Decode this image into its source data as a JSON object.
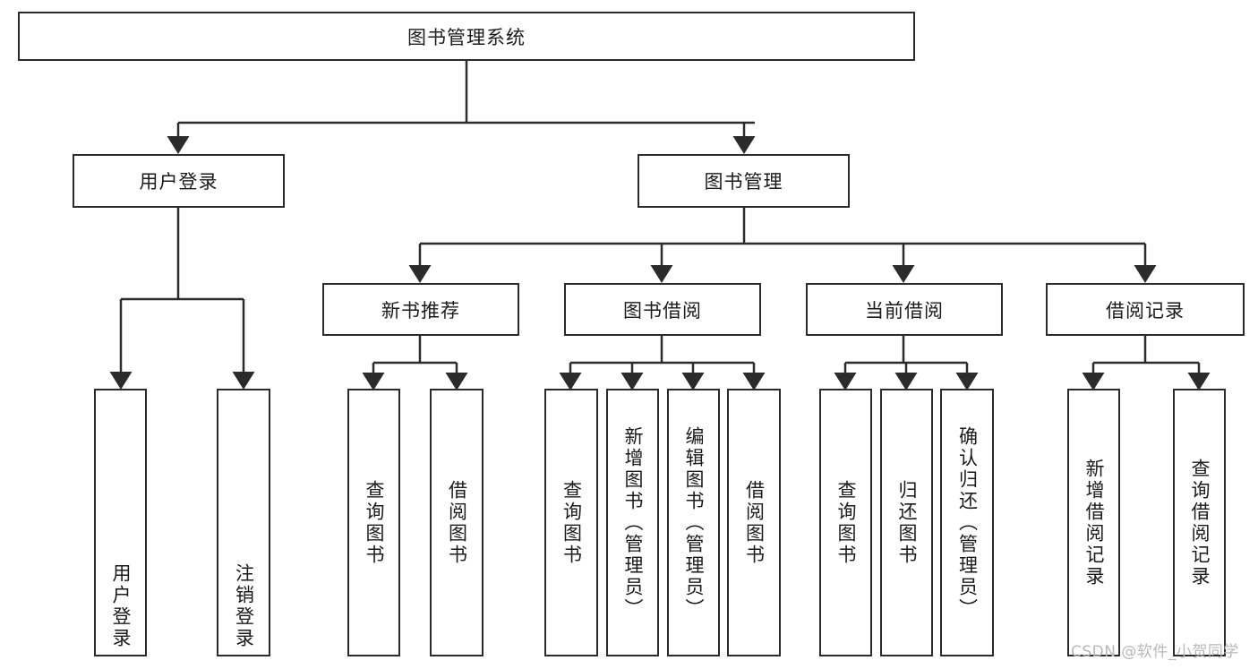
{
  "diagram": {
    "title": "图书管理系统",
    "type": "tree-hierarchy",
    "watermark": "CSDN @软件_小贺同学",
    "colors": {
      "stroke": "#2b2b2b",
      "fill": "#ffffff",
      "text": "#1a1a1a",
      "watermark": "#b8b8b8"
    },
    "nodes": {
      "root": "图书管理系统",
      "level2": {
        "user_login": "用户登录",
        "book_manage": "图书管理"
      },
      "level3": {
        "new_book_rec": "新书推荐",
        "book_borrow": "图书借阅",
        "current_borrow": "当前借阅",
        "borrow_record": "借阅记录"
      },
      "leaves": {
        "user_login_1": "用户登录",
        "user_login_2": "注销登录",
        "new_book_rec_1": "查询图书",
        "new_book_rec_2": "借阅图书",
        "book_borrow_1": "查询图书",
        "book_borrow_2": "新增图书（管理员）",
        "book_borrow_3": "编辑图书（管理员）",
        "book_borrow_4": "借阅图书",
        "current_borrow_1": "查询图书",
        "current_borrow_2": "归还图书",
        "current_borrow_3": "确认归还（管理员）",
        "borrow_record_1": "新增借阅记录",
        "borrow_record_2": "查询借阅记录"
      }
    }
  }
}
